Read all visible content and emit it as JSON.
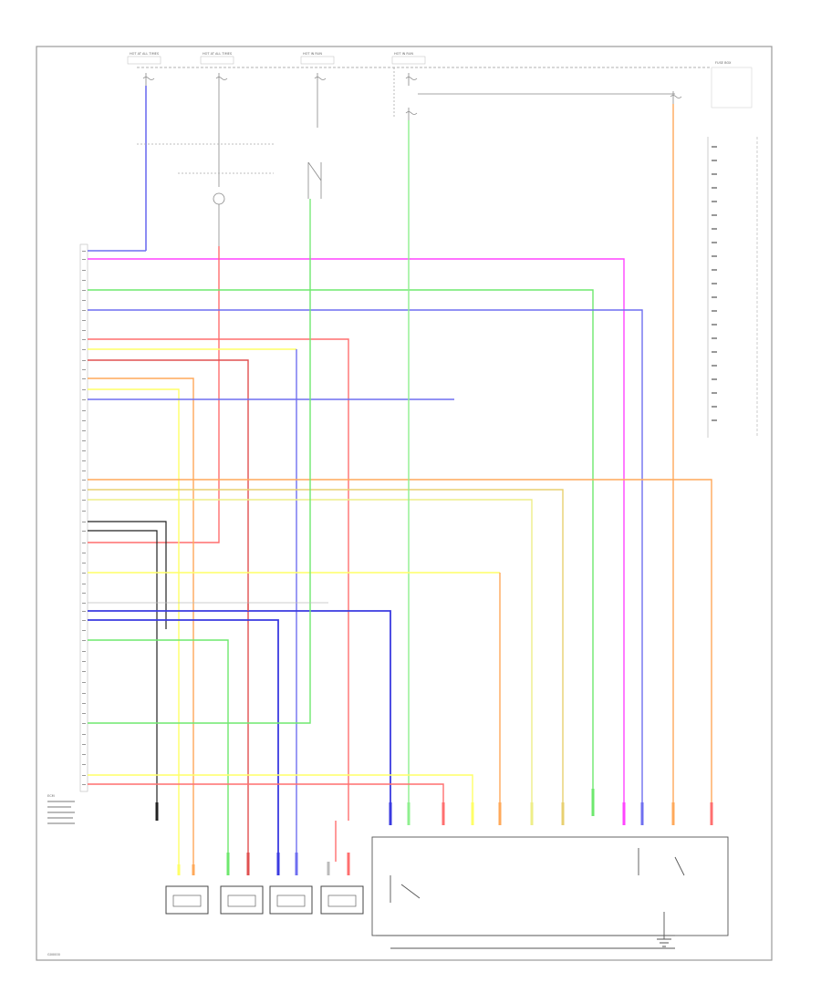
{
  "diagram": {
    "border_color": "#9a9a9a",
    "wire_colors": {
      "blue": "#6f6ff0",
      "dark_blue": "#3a3ae0",
      "magenta": "#ff44ff",
      "green": "#6ee86e",
      "light_green": "#8ff08f",
      "red": "#ff6f6f",
      "orange": "#ffa95a",
      "yellow": "#ffff66",
      "pale_yellow": "#eeee88",
      "tan": "#d8c87a",
      "black": "#222222",
      "gray": "#aaaaaa"
    },
    "labels": {
      "top_fuses": [
        "HOT AT ALL TIMES",
        "HOT AT ALL TIMES",
        "HOT IN RUN",
        "HOT IN RUN",
        "FUSE BOX"
      ],
      "ecm_label": "ECM",
      "footnote": "G00000"
    }
  }
}
